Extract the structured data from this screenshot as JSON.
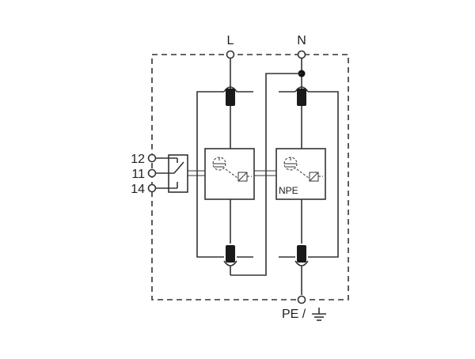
{
  "terminals": {
    "line": "L",
    "neutral": "N",
    "earth": "PE / ",
    "contact_common": "11",
    "contact_nc": "12",
    "contact_no": "14"
  },
  "modules": {
    "npe_label": "NPE"
  },
  "icons": {
    "earth_symbol": "ground-icon"
  }
}
